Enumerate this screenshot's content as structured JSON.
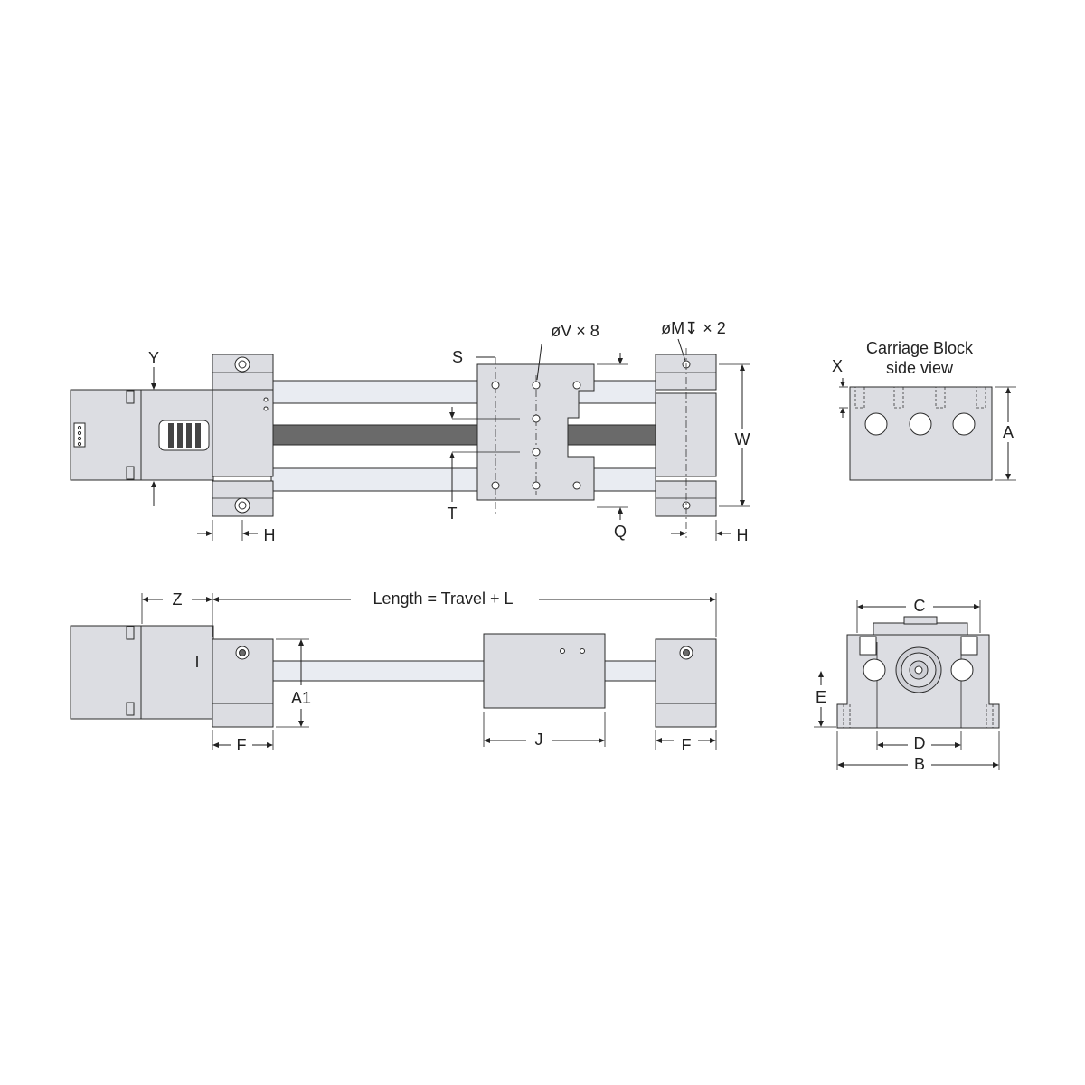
{
  "labels": {
    "Y": "Y",
    "H_left": "H",
    "S": "S",
    "T": "T",
    "V": "øV × 8",
    "M": "øM↧ × 2",
    "W": "W",
    "Q": "Q",
    "H_right": "H",
    "X": "X",
    "A": "A",
    "carriage_title_1": "Carriage Block",
    "carriage_title_2": "side view",
    "Z": "Z",
    "length": "Length = Travel + L",
    "I": "I",
    "A1": "A1",
    "F_left": "F",
    "J": "J",
    "F_right": "F",
    "C": "C",
    "E": "E",
    "D": "D",
    "B": "B"
  },
  "colors": {
    "part": "#dcdde2",
    "rail": "#e9ecf2",
    "screw": "#6a6a6a",
    "outline": "#2a2a2a"
  }
}
